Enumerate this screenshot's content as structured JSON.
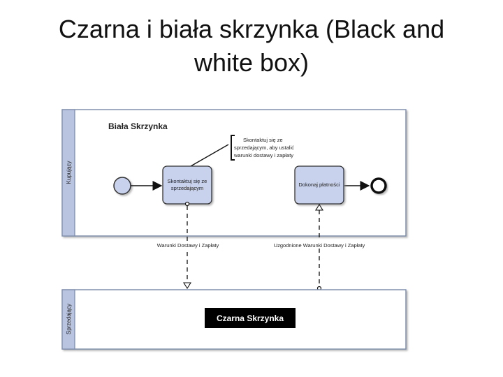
{
  "slide": {
    "title_line1": "Czarna i biała skrzynka (Black and",
    "title_line2": "white box)"
  },
  "diagram": {
    "buyer_pool": {
      "lane_label": "Kupujący",
      "title": "Biała Skrzynka",
      "annotation_lines": [
        "Skontaktuj się ze",
        "sprzedającym, aby ustalić",
        "warunki dostawy i zapłaty"
      ],
      "task_contact_lines": [
        "Skontaktuj się ze",
        "sprzedającym"
      ],
      "task_payment_lines": [
        "Dokonaj płatności"
      ]
    },
    "message_left": "Warunki Dostawy i Zapłaty",
    "message_right": "Uzgodnione Warunki Dostawy i Zapłaty",
    "seller_pool": {
      "lane_label": "Sprzedający",
      "title": "Czarna Skrzynka"
    },
    "colors": {
      "lane_strip": "#b9c4e0",
      "task_fill": "#c9d2ec",
      "pool_border": "#7a8aa8",
      "black_box": "#000000"
    }
  }
}
